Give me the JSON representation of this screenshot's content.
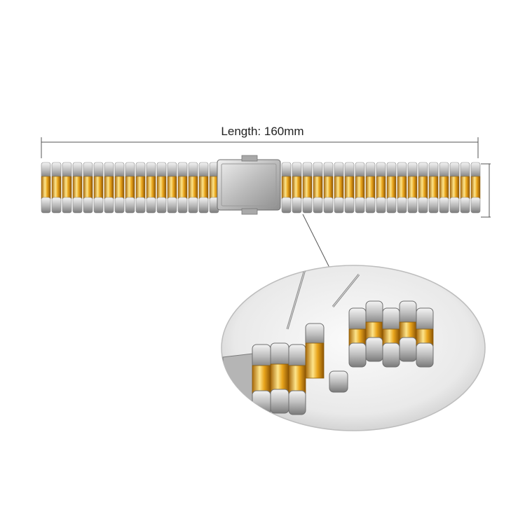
{
  "measurement": {
    "length_label": "Length: 160mm"
  },
  "colors": {
    "background": "#ffffff",
    "gold": "#e6a21a",
    "gold_light": "#fbe07a",
    "steel": "#c9c9c9",
    "steel_dark": "#7d7d7d",
    "dimension_line": "#555555"
  },
  "icons": [
    "watch-band",
    "clasp",
    "pin-tool",
    "detail-loupe"
  ]
}
